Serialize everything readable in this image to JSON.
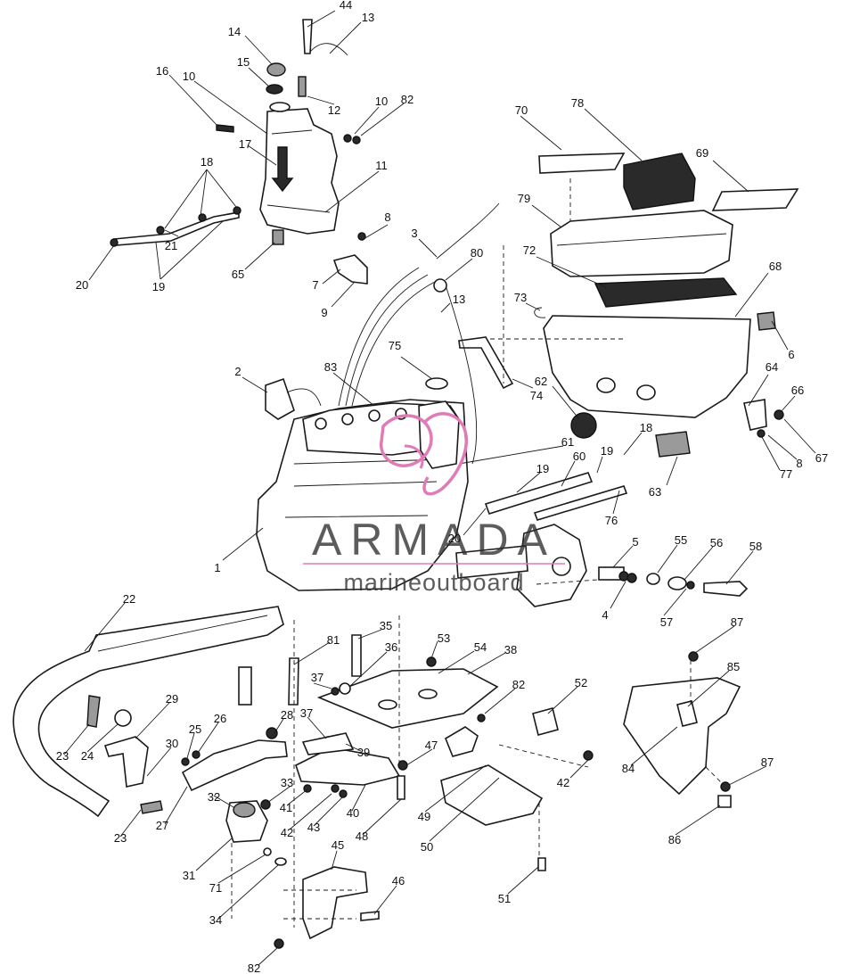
{
  "watermark": {
    "brand": "ARMADA",
    "subtitle": "marineoutboard",
    "logo_color": "#e07bb8"
  },
  "callouts": [
    {
      "id": "c44a",
      "label": "44"
    },
    {
      "id": "c13a",
      "label": "13"
    },
    {
      "id": "c14",
      "label": "14"
    },
    {
      "id": "c15",
      "label": "15"
    },
    {
      "id": "c16",
      "label": "16"
    },
    {
      "id": "c10a",
      "label": "10"
    },
    {
      "id": "c12",
      "label": "12"
    },
    {
      "id": "c10b",
      "label": "10"
    },
    {
      "id": "c82a",
      "label": "82"
    },
    {
      "id": "c17",
      "label": "17"
    },
    {
      "id": "c18a",
      "label": "18"
    },
    {
      "id": "c11",
      "label": "11"
    },
    {
      "id": "c21",
      "label": "21"
    },
    {
      "id": "c20a",
      "label": "20"
    },
    {
      "id": "c19a",
      "label": "19"
    },
    {
      "id": "c65",
      "label": "65"
    },
    {
      "id": "c8a",
      "label": "8"
    },
    {
      "id": "c7",
      "label": "7"
    },
    {
      "id": "c9",
      "label": "9"
    },
    {
      "id": "c3",
      "label": "3"
    },
    {
      "id": "c80",
      "label": "80"
    },
    {
      "id": "c13b",
      "label": "13"
    },
    {
      "id": "c70",
      "label": "70"
    },
    {
      "id": "c78",
      "label": "78"
    },
    {
      "id": "c69",
      "label": "69"
    },
    {
      "id": "c79",
      "label": "79"
    },
    {
      "id": "c72",
      "label": "72"
    },
    {
      "id": "c68",
      "label": "68"
    },
    {
      "id": "c73",
      "label": "73"
    },
    {
      "id": "c6",
      "label": "6"
    },
    {
      "id": "c75",
      "label": "75"
    },
    {
      "id": "c74",
      "label": "74"
    },
    {
      "id": "c62",
      "label": "62"
    },
    {
      "id": "c64",
      "label": "64"
    },
    {
      "id": "c66",
      "label": "66"
    },
    {
      "id": "c2",
      "label": "2"
    },
    {
      "id": "c83",
      "label": "83"
    },
    {
      "id": "c61",
      "label": "61"
    },
    {
      "id": "c18b",
      "label": "18"
    },
    {
      "id": "c60",
      "label": "60"
    },
    {
      "id": "c19b",
      "label": "19"
    },
    {
      "id": "c19c",
      "label": "19"
    },
    {
      "id": "c77",
      "label": "77"
    },
    {
      "id": "c8b",
      "label": "8"
    },
    {
      "id": "c67",
      "label": "67"
    },
    {
      "id": "c63",
      "label": "63"
    },
    {
      "id": "c20b",
      "label": "20"
    },
    {
      "id": "c76",
      "label": "76"
    },
    {
      "id": "c1",
      "label": "1"
    },
    {
      "id": "c5",
      "label": "5"
    },
    {
      "id": "c55",
      "label": "55"
    },
    {
      "id": "c56",
      "label": "56"
    },
    {
      "id": "c58",
      "label": "58"
    },
    {
      "id": "c4",
      "label": "4"
    },
    {
      "id": "c57",
      "label": "57"
    },
    {
      "id": "c22",
      "label": "22"
    },
    {
      "id": "c81",
      "label": "81"
    },
    {
      "id": "c35",
      "label": "35"
    },
    {
      "id": "c53",
      "label": "53"
    },
    {
      "id": "c54",
      "label": "54"
    },
    {
      "id": "c36",
      "label": "36"
    },
    {
      "id": "c38",
      "label": "38"
    },
    {
      "id": "c87a",
      "label": "87"
    },
    {
      "id": "c37a",
      "label": "37"
    },
    {
      "id": "c85",
      "label": "85"
    },
    {
      "id": "c52",
      "label": "52"
    },
    {
      "id": "c82b",
      "label": "82"
    },
    {
      "id": "c29",
      "label": "29"
    },
    {
      "id": "c28",
      "label": "28"
    },
    {
      "id": "c26",
      "label": "26"
    },
    {
      "id": "c37b",
      "label": "37"
    },
    {
      "id": "c25",
      "label": "25"
    },
    {
      "id": "c39",
      "label": "39"
    },
    {
      "id": "c23a",
      "label": "23"
    },
    {
      "id": "c24",
      "label": "24"
    },
    {
      "id": "c30",
      "label": "30"
    },
    {
      "id": "c47",
      "label": "47"
    },
    {
      "id": "c42a",
      "label": "42"
    },
    {
      "id": "c84",
      "label": "84"
    },
    {
      "id": "c87b",
      "label": "87"
    },
    {
      "id": "c32",
      "label": "32"
    },
    {
      "id": "c33",
      "label": "33"
    },
    {
      "id": "c27",
      "label": "27"
    },
    {
      "id": "c41",
      "label": "41"
    },
    {
      "id": "c40",
      "label": "40"
    },
    {
      "id": "c48",
      "label": "48"
    },
    {
      "id": "c49",
      "label": "49"
    },
    {
      "id": "c23b",
      "label": "23"
    },
    {
      "id": "c42b",
      "label": "42"
    },
    {
      "id": "c43",
      "label": "43"
    },
    {
      "id": "c50",
      "label": "50"
    },
    {
      "id": "c86",
      "label": "86"
    },
    {
      "id": "c31",
      "label": "31"
    },
    {
      "id": "c45",
      "label": "45"
    },
    {
      "id": "c71",
      "label": "71"
    },
    {
      "id": "c51",
      "label": "51"
    },
    {
      "id": "c46",
      "label": "46"
    },
    {
      "id": "c34",
      "label": "34"
    },
    {
      "id": "c82c",
      "label": "82"
    }
  ]
}
